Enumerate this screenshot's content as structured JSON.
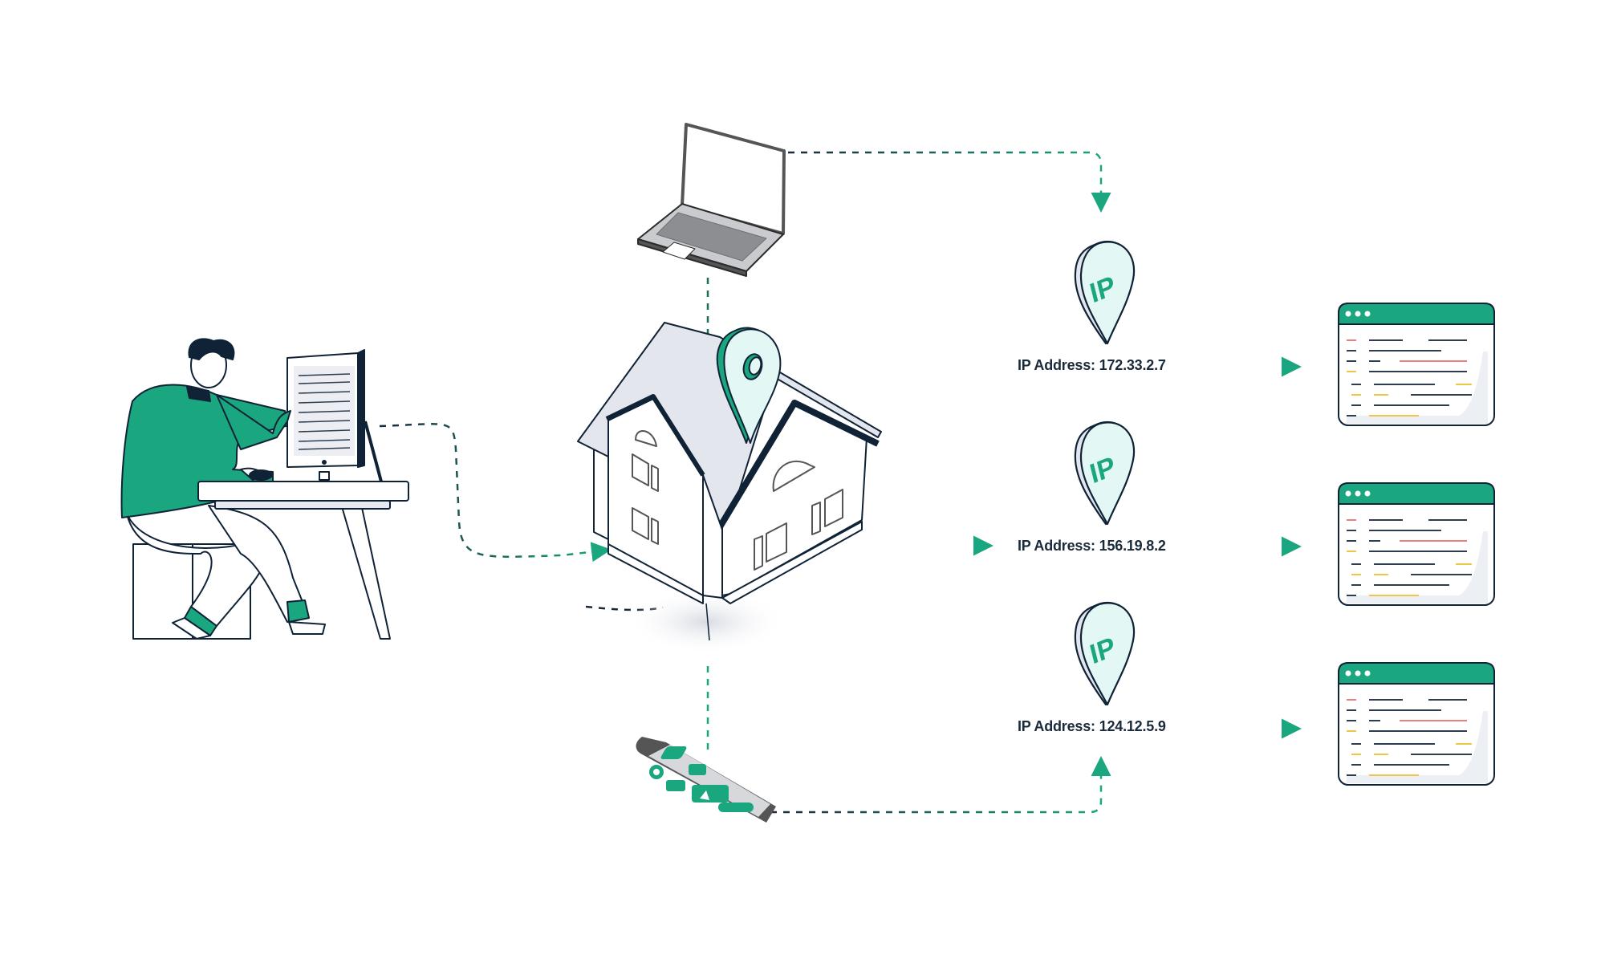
{
  "diagram": {
    "title_visible": false,
    "colors": {
      "accent": "#1aa67f",
      "accent_dark": "#168f6d",
      "pin_fill": "#e3f8f4",
      "ink": "#0f2236",
      "roof": "#e4e6ee",
      "code_red": "#e98080",
      "code_yellow": "#f0c646",
      "code_dark": "#2e3e52"
    },
    "nodes": {
      "user": {
        "label": "person-at-computer"
      },
      "house": {
        "label": "home-network"
      },
      "laptop": {
        "label": "laptop"
      },
      "phone": {
        "label": "smartphone"
      }
    },
    "ip_entries": [
      {
        "pin_text": "IP",
        "address_label": "IP Address: 172.33.2.7"
      },
      {
        "pin_text": "IP",
        "address_label": "IP Address: 156.19.8.2"
      },
      {
        "pin_text": "IP",
        "address_label": "IP Address: 124.12.5.9"
      }
    ],
    "browser_windows": [
      {
        "label": "website-1"
      },
      {
        "label": "website-2"
      },
      {
        "label": "website-3"
      }
    ],
    "edges": [
      {
        "from": "user",
        "to": "house"
      },
      {
        "from": "house",
        "to": "laptop"
      },
      {
        "from": "house",
        "to": "phone"
      },
      {
        "from": "laptop",
        "to": "ip_1"
      },
      {
        "from": "house",
        "to": "ip_2"
      },
      {
        "from": "phone",
        "to": "ip_3"
      },
      {
        "from": "ip_1",
        "to": "website-1"
      },
      {
        "from": "ip_2",
        "to": "website-2"
      },
      {
        "from": "ip_3",
        "to": "website-3"
      }
    ]
  }
}
